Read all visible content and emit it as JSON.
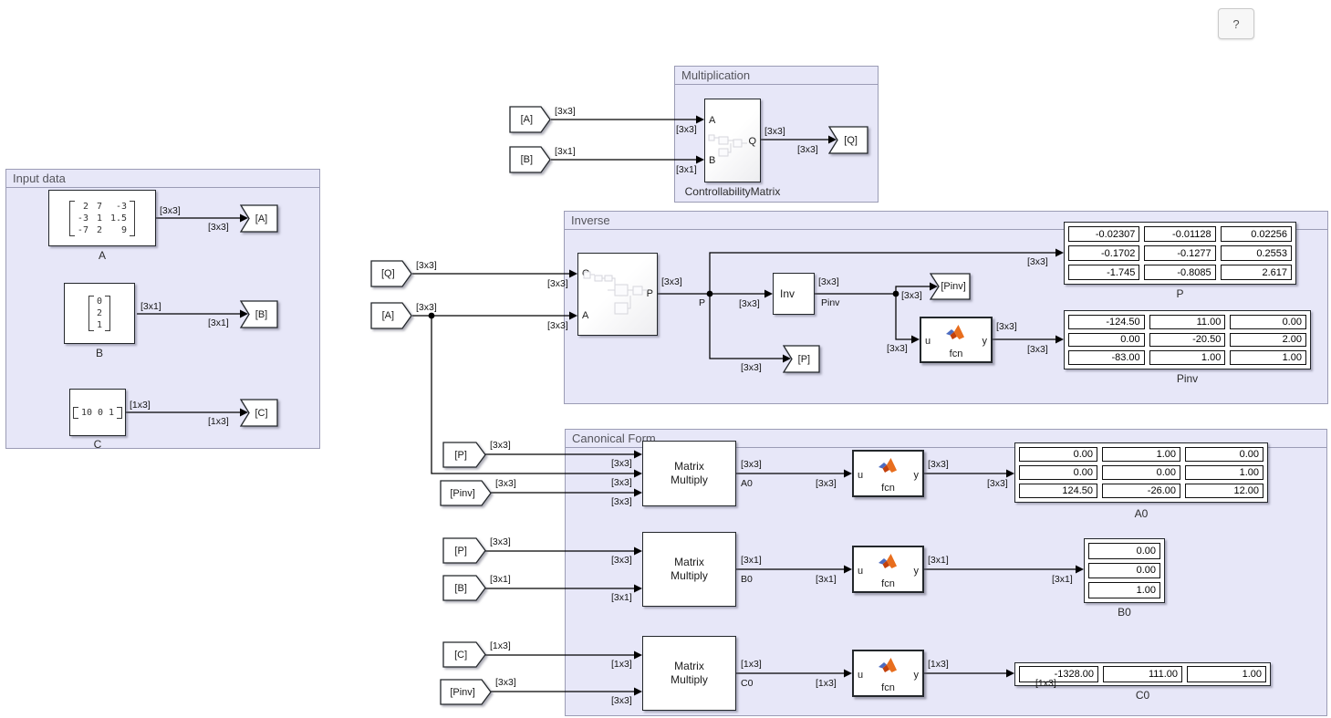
{
  "app": {
    "help_button": "?"
  },
  "dims": {
    "d3x3": "[3x3]",
    "d3x1": "[3x1]",
    "d1x3": "[1x3]"
  },
  "panels": {
    "input_data": {
      "title": "Input data"
    },
    "multiplication": {
      "title": "Multiplication"
    },
    "inverse": {
      "title": "Inverse"
    },
    "canonical": {
      "title": "Canonical Form"
    }
  },
  "tags": {
    "a": "[A]",
    "b": "[B]",
    "c": "[C]",
    "q": "[Q]",
    "p": "[P]",
    "pinv": "[Pinv]"
  },
  "ports": {
    "a": "A",
    "b": "B",
    "q": "Q",
    "p": "P",
    "u": "u",
    "y": "y"
  },
  "blocks": {
    "inv": "Inv",
    "fcn": "fcn",
    "matrix_multiply": "Matrix Multiply",
    "controllability": "ControllabilityMatrix"
  },
  "signals": {
    "p": "P",
    "pinv": "Pinv",
    "a0": "A0",
    "b0": "B0",
    "c0": "C0"
  },
  "constants": {
    "A": {
      "label": "A",
      "rows": [
        [
          "2",
          "7",
          "-3"
        ],
        [
          "-3",
          "1",
          "1.5"
        ],
        [
          "-7",
          "2",
          "9"
        ]
      ]
    },
    "B": {
      "label": "B",
      "rows": [
        [
          "0"
        ],
        [
          "2"
        ],
        [
          "1"
        ]
      ]
    },
    "C": {
      "label": "C",
      "rows": [
        [
          "10",
          "0",
          "1"
        ]
      ]
    }
  },
  "displays": {
    "P": {
      "label": "P",
      "values": [
        [
          "-0.02307",
          "-0.01128",
          "0.02256"
        ],
        [
          "-0.1702",
          "-0.1277",
          "0.2553"
        ],
        [
          "-1.745",
          "-0.8085",
          "2.617"
        ]
      ]
    },
    "Pinv": {
      "label": "Pinv",
      "values": [
        [
          "-124.50",
          "11.00",
          "0.00"
        ],
        [
          "0.00",
          "-20.50",
          "2.00"
        ],
        [
          "-83.00",
          "1.00",
          "1.00"
        ]
      ]
    },
    "A0": {
      "label": "A0",
      "values": [
        [
          "0.00",
          "1.00",
          "0.00"
        ],
        [
          "0.00",
          "0.00",
          "1.00"
        ],
        [
          "124.50",
          "-26.00",
          "12.00"
        ]
      ]
    },
    "B0": {
      "label": "B0",
      "values": [
        [
          "0.00"
        ],
        [
          "0.00"
        ],
        [
          "1.00"
        ]
      ]
    },
    "C0": {
      "label": "C0",
      "values": [
        [
          "-1328.00",
          "111.00",
          "1.00"
        ]
      ]
    }
  },
  "colors": {
    "panel_fill": "#E7E7F8",
    "panel_border": "#9B9CB5",
    "matlab_orange": "#E86E1E",
    "matlab_blue": "#4D6CC0"
  }
}
